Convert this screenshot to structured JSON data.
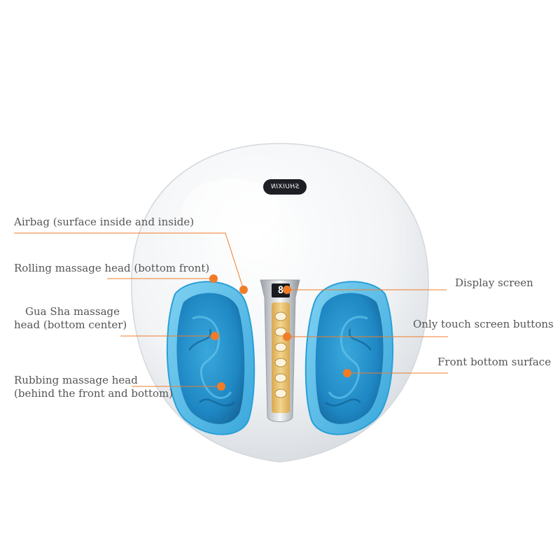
{
  "brand": "SHUIXIN",
  "display": {
    "readout": "8"
  },
  "labels": {
    "airbag": "Airbag (surface inside and inside)",
    "rolling": "Rolling massage head (bottom front)",
    "guasha_line1": "Gua Sha massage",
    "guasha_line2": "head (bottom center)",
    "rubbing_line1": "Rubbing massage head",
    "rubbing_line2": "(behind the front and bottom)",
    "display_screen": "Display screen",
    "touch_buttons": "Only touch screen buttons",
    "front_bottom": "Front bottom surface"
  },
  "panel_buttons": 6,
  "colors": {
    "shell": "#f4f6f8",
    "lining": "#2b9fd6",
    "lining_light": "#6cc6ec",
    "panel_gold": "#e8c070",
    "callout": "#f07c28",
    "label_text": "#555555"
  }
}
